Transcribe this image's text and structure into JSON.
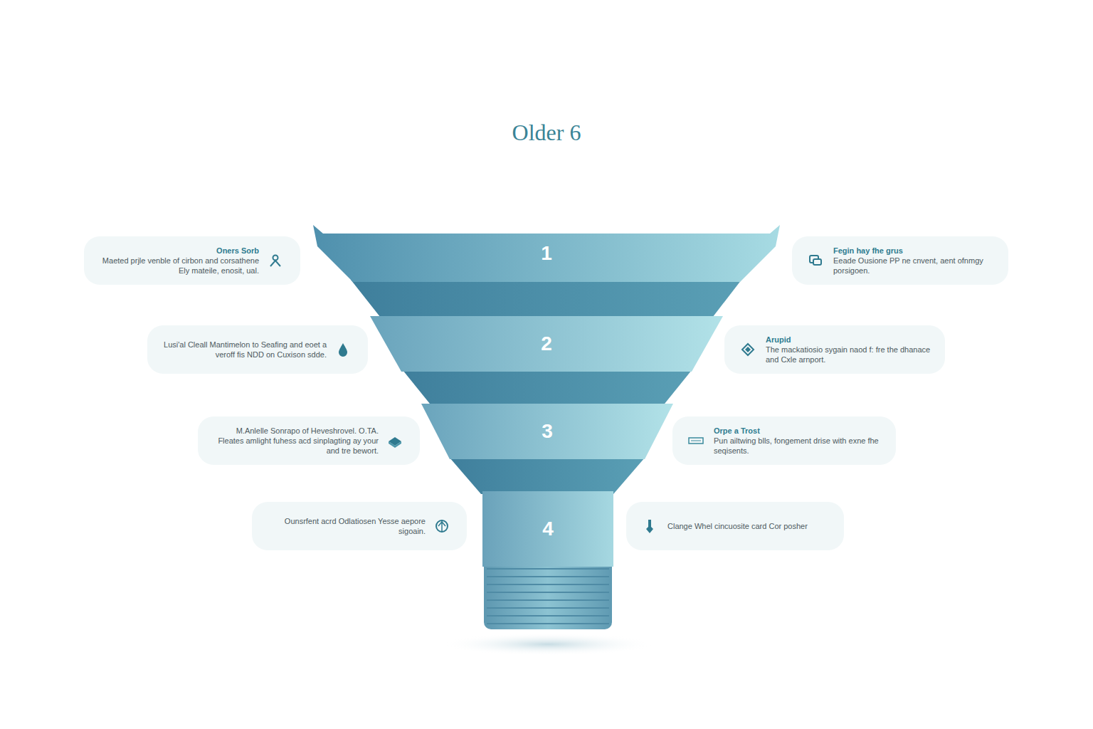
{
  "diagram": {
    "title": "Older 6",
    "nodes": [
      {
        "text": [
          "Oners Sorb",
          "Maeted prjle venble of cirbon and corsathene Ely mateile, enosit, ual."
        ]
      },
      {
        "text": [
          "1"
        ]
      },
      {
        "text": [
          "Fegin hay fhe grus",
          "Eeade Ousione PP ne cnvent, aent ofnmgy porsigoen."
        ]
      },
      {
        "text": [
          "Lusi'al Cleall Mantimelon to Seafing and eoet a veroff fis NDD on Cuxison sdde."
        ]
      },
      {
        "text": [
          "2"
        ]
      },
      {
        "text": [
          "Arupid",
          "The mackatiosio sygain naod f: fre the dhanace and Cxle arnport."
        ]
      },
      {
        "text": [
          "M.Anlelle Sonrapo of Heveshrovel. O.TA. Fleates amlight fuhess acd sinplagting ay your and tre bewort."
        ]
      },
      {
        "text": [
          "3"
        ]
      },
      {
        "text": [
          "Orpe a Trost",
          "Pun ailtwing blls, fongement drise with exne fhe seqisents."
        ]
      },
      {
        "text": [
          "Ounsrfent acrd Odlatiosen Yesse aepore sigoain."
        ]
      },
      {
        "text": [
          "4"
        ]
      },
      {
        "text": [
          "Clange Whel cincuosite card Cor posher"
        ]
      }
    ]
  }
}
